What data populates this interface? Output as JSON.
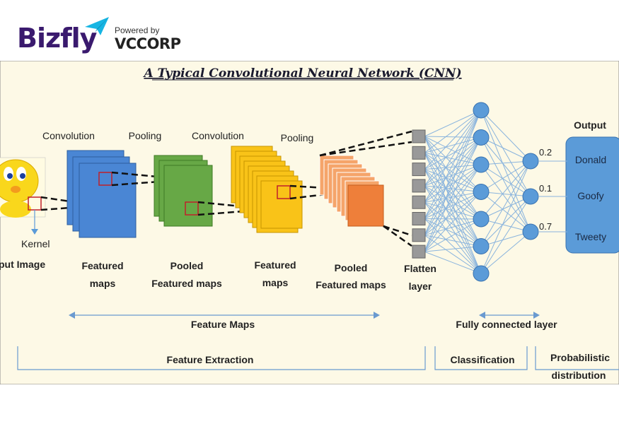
{
  "header": {
    "brand": "Bizfly",
    "powered_by": "Powered by",
    "partner": "VCCORP",
    "colors": {
      "brand": "#3a1a6e",
      "accent": "#17b5e3"
    }
  },
  "diagram": {
    "title": "A Typical Convolutional Neural Network (CNN)",
    "stage_titles": {
      "convolution_1": "Convolution",
      "pooling_1": "Pooling",
      "convolution_2": "Convolution",
      "pooling_2": "Pooling",
      "output": "Output"
    },
    "kernel_label": "Kernel",
    "labels": {
      "input": "put Image",
      "featured_1_a": "Featured",
      "featured_1_b": "maps",
      "pooled_1_a": "Pooled",
      "pooled_1_b": "Featured maps",
      "featured_2_a": "Featured",
      "featured_2_b": "maps",
      "pooled_2_a": "Pooled",
      "pooled_2_b": "Featured maps",
      "flatten_a": "Flatten",
      "flatten_b": "layer"
    },
    "outputs": [
      {
        "prob": "0.2",
        "label": "Donald"
      },
      {
        "prob": "0.1",
        "label": "Goofy"
      },
      {
        "prob": "0.7",
        "label": "Tweety"
      }
    ],
    "arrows": {
      "feature_maps": "Feature Maps",
      "fully_connected": "Fully connected layer"
    },
    "sections": {
      "feature_extraction": "Feature Extraction",
      "classification": "Classification",
      "probabilistic_a": "Probabilistic",
      "probabilistic_b": "distribution"
    },
    "colors": {
      "background": "#fdf9e6",
      "conv1": "#4a86d4",
      "pool1": "#67a846",
      "conv2": "#f9c318",
      "pool2": "#ee7f3a",
      "node": "#5b9bd8",
      "kernel": "#c0202a"
    }
  }
}
